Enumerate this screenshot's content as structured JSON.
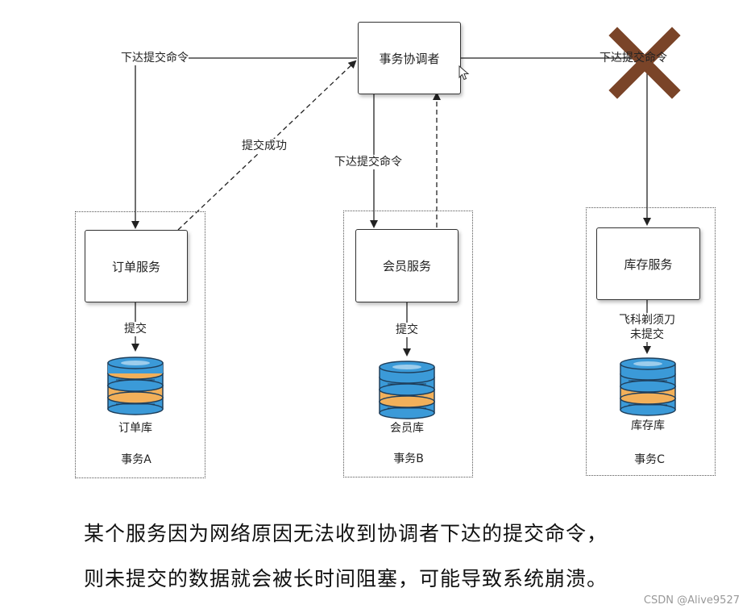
{
  "coordinator": {
    "label": "事务协调者"
  },
  "services": [
    {
      "box_label": "订单服务",
      "commit_label": "提交",
      "db_label": "订单库",
      "tx_label": "事务A"
    },
    {
      "box_label": "会员服务",
      "commit_label": "提交",
      "db_label": "会员库",
      "tx_label": "事务B"
    },
    {
      "box_label": "库存服务",
      "commit_label_line1": "飞科剃须刀",
      "commit_label_line2": "未提交",
      "db_label": "库存库",
      "tx_label": "事务C"
    }
  ],
  "arrows": {
    "cmd_a": "下达提交命令",
    "success_a": "提交成功",
    "cmd_b": "下达提交命令",
    "cmd_c": "下达提交命令"
  },
  "caption": {
    "line1": "某个服务因为网络原因无法收到协调者下达的提交命令，",
    "line2": "则未提交的数据就会被长时间阻塞，可能导致系统崩溃。"
  },
  "watermark": "CSDN @Alive9527",
  "colors": {
    "cross": "#7a4428",
    "db_blue": "#3b9ad8",
    "db_orange": "#f2b05a"
  },
  "icons": [
    "database-icon",
    "cross-mark-icon",
    "mouse-cursor-icon"
  ]
}
